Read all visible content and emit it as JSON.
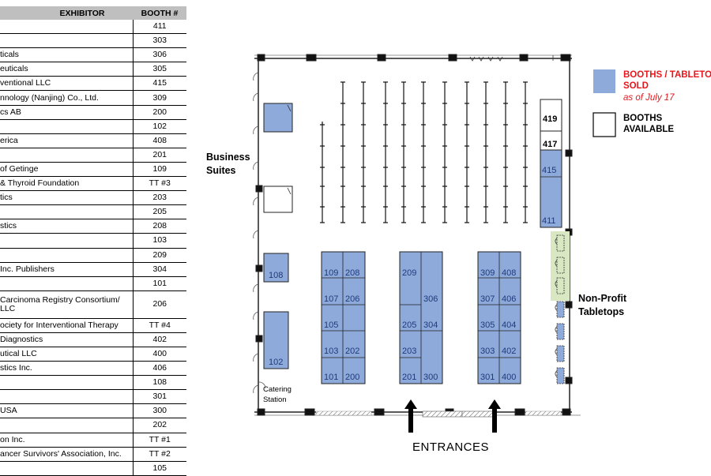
{
  "table": {
    "header_exhibitor": "EXHIBITOR",
    "header_booth": "BOOTH #",
    "rows": [
      {
        "name": "",
        "booth": "411"
      },
      {
        "name": "",
        "booth": "303"
      },
      {
        "name": "ticals",
        "booth": "306"
      },
      {
        "name": "euticals",
        "booth": "305"
      },
      {
        "name": "ventional LLC",
        "booth": "415"
      },
      {
        "name": "nnology (Nanjing) Co., Ltd.",
        "booth": "309"
      },
      {
        "name": "cs AB",
        "booth": "200"
      },
      {
        "name": "",
        "booth": "102"
      },
      {
        "name": "erica",
        "booth": "408"
      },
      {
        "name": "",
        "booth": "201"
      },
      {
        "name": "of Getinge",
        "booth": "109"
      },
      {
        "name": "& Thyroid Foundation",
        "booth": "TT #3"
      },
      {
        "name": "tics",
        "booth": "203"
      },
      {
        "name": "",
        "booth": "205"
      },
      {
        "name": "stics",
        "booth": "208"
      },
      {
        "name": "",
        "booth": "103"
      },
      {
        "name": "",
        "booth": "209"
      },
      {
        "name": "Inc. Publishers",
        "booth": "304"
      },
      {
        "name": "",
        "booth": "101"
      },
      {
        "name": "Carcinoma Registry Consortium/",
        "name2": "LLC",
        "booth": "206"
      },
      {
        "name": "ociety for Interventional Therapy",
        "booth": "TT #4"
      },
      {
        "name": "Diagnostics",
        "booth": "402"
      },
      {
        "name": "utical LLC",
        "booth": "400"
      },
      {
        "name": "stics Inc.",
        "booth": "406"
      },
      {
        "name": "",
        "booth": "108"
      },
      {
        "name": "",
        "booth": "301"
      },
      {
        "name": "USA",
        "booth": "300"
      },
      {
        "name": "",
        "booth": "202"
      },
      {
        "name": "on Inc.",
        "booth": "TT #1"
      },
      {
        "name": "ancer Survivors' Association, Inc.",
        "booth": "TT #2"
      },
      {
        "name": "",
        "booth": "105"
      }
    ]
  },
  "floorplan": {
    "colors": {
      "sold": "#8eaadb",
      "available": "#ffffff",
      "tabletop": "#d9e8c2",
      "text_blue": "#1f3a7a",
      "legend_red": "#e8161b"
    },
    "labels": {
      "business_suites_1": "Business",
      "business_suites_2": "Suites",
      "non_profit_1": "Non-Profit",
      "non_profit_2": "Tabletops",
      "catering_1": "Catering",
      "catering_2": "Station",
      "entrances": "ENTRANCES"
    },
    "legend": {
      "sold_line1": "BOOTHS / TABLETOPS",
      "sold_line2": "SOLD",
      "sold_date": "as of July 17",
      "available_line1": "BOOTHS",
      "available_line2": "AVAILABLE"
    },
    "booths": {
      "b108": "108",
      "b102": "102",
      "b109": "109",
      "b208": "208",
      "b107": "107",
      "b206": "206",
      "b105": "105",
      "b103": "103",
      "b202": "202",
      "b101": "101",
      "b200": "200",
      "b209": "209",
      "b306": "306",
      "b205": "205",
      "b304": "304",
      "b203": "203",
      "b201": "201",
      "b300": "300",
      "b309": "309",
      "b408": "408",
      "b307": "307",
      "b406": "406",
      "b305": "305",
      "b404": "404",
      "b303": "303",
      "b402": "402",
      "b301": "301",
      "b400": "400",
      "b419": "419",
      "b417": "417",
      "b415": "415",
      "b411": "411"
    }
  }
}
